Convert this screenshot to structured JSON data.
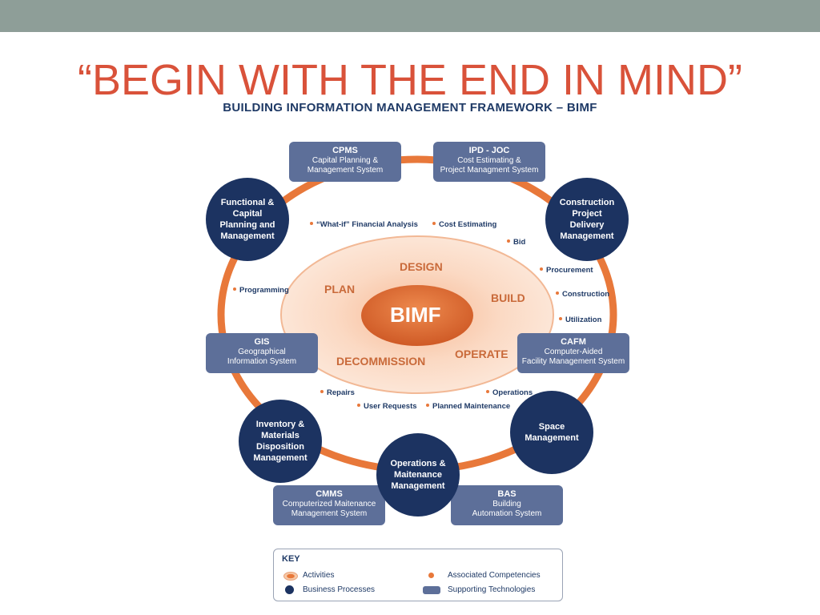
{
  "title": "“BEGIN WITH THE END IN MIND”",
  "subtitle": "BUILDING INFORMATION MANAGEMENT FRAMEWORK – BIMF",
  "center": "BIMF",
  "phases": {
    "design": "DESIGN",
    "plan": "PLAN",
    "build": "BUILD",
    "decommission": "DECOMMISSION",
    "operate": "OPERATE"
  },
  "technologies": {
    "cpms": {
      "name": "CPMS",
      "desc": "Capital Planning &\nManagement System"
    },
    "ipd": {
      "name": "IPD - JOC",
      "desc": "Cost Estimating &\nProject Managment System"
    },
    "gis": {
      "name": "GIS",
      "desc": "Geographical\nInformation System"
    },
    "cafm": {
      "name": "CAFM",
      "desc": "Computer-Aided\nFacility Management System"
    },
    "cmms": {
      "name": "CMMS",
      "desc": "Computerized Maitenance\nManagement System"
    },
    "bas": {
      "name": "BAS",
      "desc": "Building\nAutomation System"
    }
  },
  "processes": {
    "functional": "Functional &\nCapital\nPlanning and\nManagement",
    "construction": "Construction\nProject\nDelivery\nManagement",
    "inventory": "Inventory &\nMaterials\nDisposition\nManagement",
    "space": "Space\nManagement",
    "operations": "Operations &\nMaitenance\nManagement"
  },
  "competencies": {
    "whatif": "“What-if” Financial Analysis",
    "cost": "Cost Estimating",
    "bid": "Bid",
    "procurement": "Procurement",
    "programming": "Programming",
    "construction": "Construction",
    "utilization": "Utilization",
    "repairs": "Repairs",
    "operations": "Operations",
    "user_requests": "User Requests",
    "planned_maintenance": "Planned Maintenance"
  },
  "key": {
    "title": "KEY",
    "activities": "Activities",
    "competencies": "Associated Competencies",
    "processes": "Business Processes",
    "technologies": "Supporting Technologies"
  },
  "colors": {
    "accent": "#d9523a",
    "navy": "#1c3361",
    "slate": "#5d6f99",
    "orange": "#e8783a"
  }
}
